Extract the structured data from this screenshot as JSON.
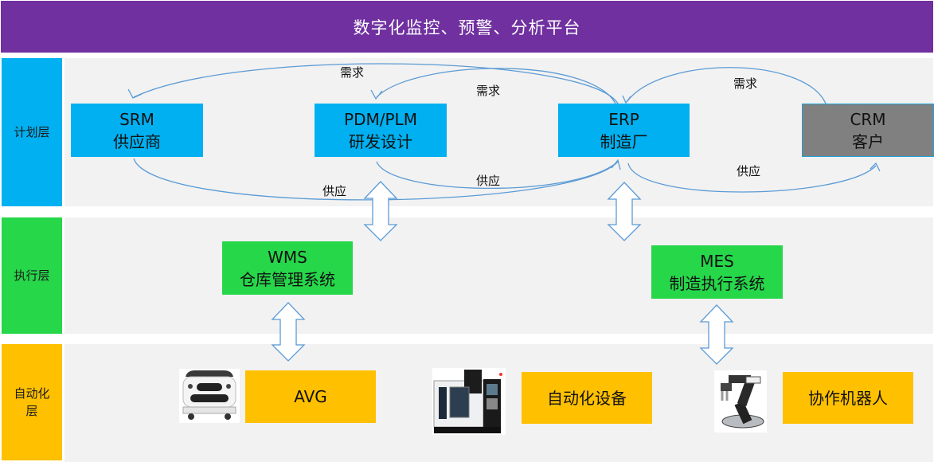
{
  "header": {
    "title": "数字化监控、预警、分析平台"
  },
  "layers": [
    {
      "id": "plan",
      "label": "计划层",
      "color": "#00B0F0"
    },
    {
      "id": "exec",
      "label": "执行层",
      "color": "#26D74A"
    },
    {
      "id": "auto",
      "label": "自动化\n层",
      "label_line1": "自动化",
      "label_line2": "层",
      "color": "#FFC000"
    }
  ],
  "plan_systems": [
    {
      "code": "SRM",
      "name": "供应商"
    },
    {
      "code": "PDM/PLM",
      "name": "研发设计"
    },
    {
      "code": "ERP",
      "name": "制造厂"
    },
    {
      "code": "CRM",
      "name": "客户"
    }
  ],
  "exec_systems": [
    {
      "code": "WMS",
      "name": "仓库管理系统"
    },
    {
      "code": "MES",
      "name": "制造执行系统"
    }
  ],
  "auto_devices": [
    {
      "label": "AVG",
      "icon": "agv-robot-icon"
    },
    {
      "label": "自动化设备",
      "icon": "cnc-machine-icon"
    },
    {
      "label": "协作机器人",
      "icon": "robot-arm-icon"
    }
  ],
  "flows": {
    "demand_label": "需求",
    "supply_label": "供应"
  },
  "colors": {
    "header": "#7030A0",
    "plan": "#00B0F0",
    "exec": "#26D74A",
    "auto": "#FFC000",
    "crm": "#808080",
    "arrow": "#5B9BD5",
    "panel": "#F2F2F2"
  }
}
